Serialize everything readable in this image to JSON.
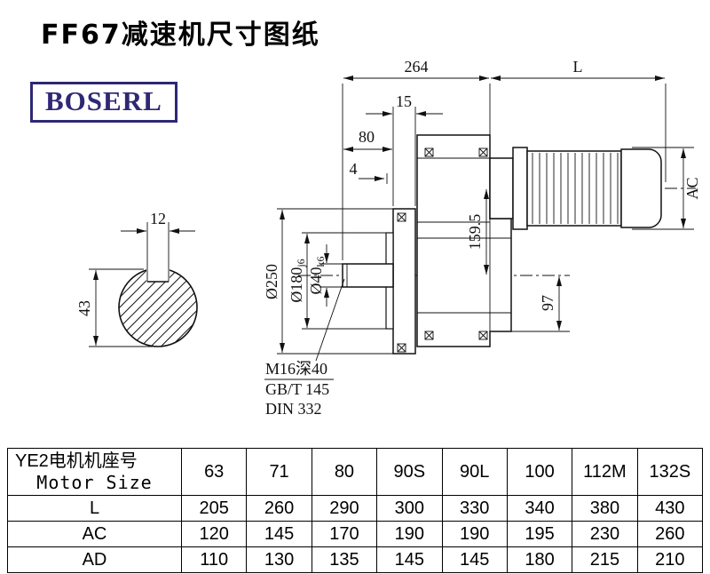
{
  "title": "FF67减速机尺寸图纸",
  "brand": "BOSERL",
  "drawing": {
    "dim_264": "264",
    "dim_L": "L",
    "dim_15": "15",
    "dim_80": "80",
    "dim_4": "4",
    "dim_AC": "AC",
    "dim_159_5": "159.5",
    "dim_97": "97",
    "dia_250": "Ø250",
    "dia_180_main": "Ø180",
    "dia_180_sub": "j6",
    "dia_40_main": "Ø40",
    "dia_40_sub": "k6",
    "dim_12": "12",
    "dim_43": "43",
    "note_line1": "M16深40",
    "note_line2": "GB/T 145",
    "note_line3": "DIN 332"
  },
  "table": {
    "header": {
      "title_cn": "YE2电机机座号",
      "title_en": "Motor Size",
      "sizes": [
        "63",
        "71",
        "80",
        "90S",
        "90L",
        "100",
        "112M",
        "132S"
      ]
    },
    "rows": [
      {
        "label": "L",
        "values": [
          "205",
          "260",
          "290",
          "300",
          "330",
          "340",
          "380",
          "430"
        ]
      },
      {
        "label": "AC",
        "values": [
          "120",
          "145",
          "170",
          "190",
          "190",
          "195",
          "230",
          "260"
        ]
      },
      {
        "label": "AD",
        "values": [
          "110",
          "130",
          "135",
          "145",
          "145",
          "180",
          "215",
          "210"
        ]
      }
    ]
  }
}
